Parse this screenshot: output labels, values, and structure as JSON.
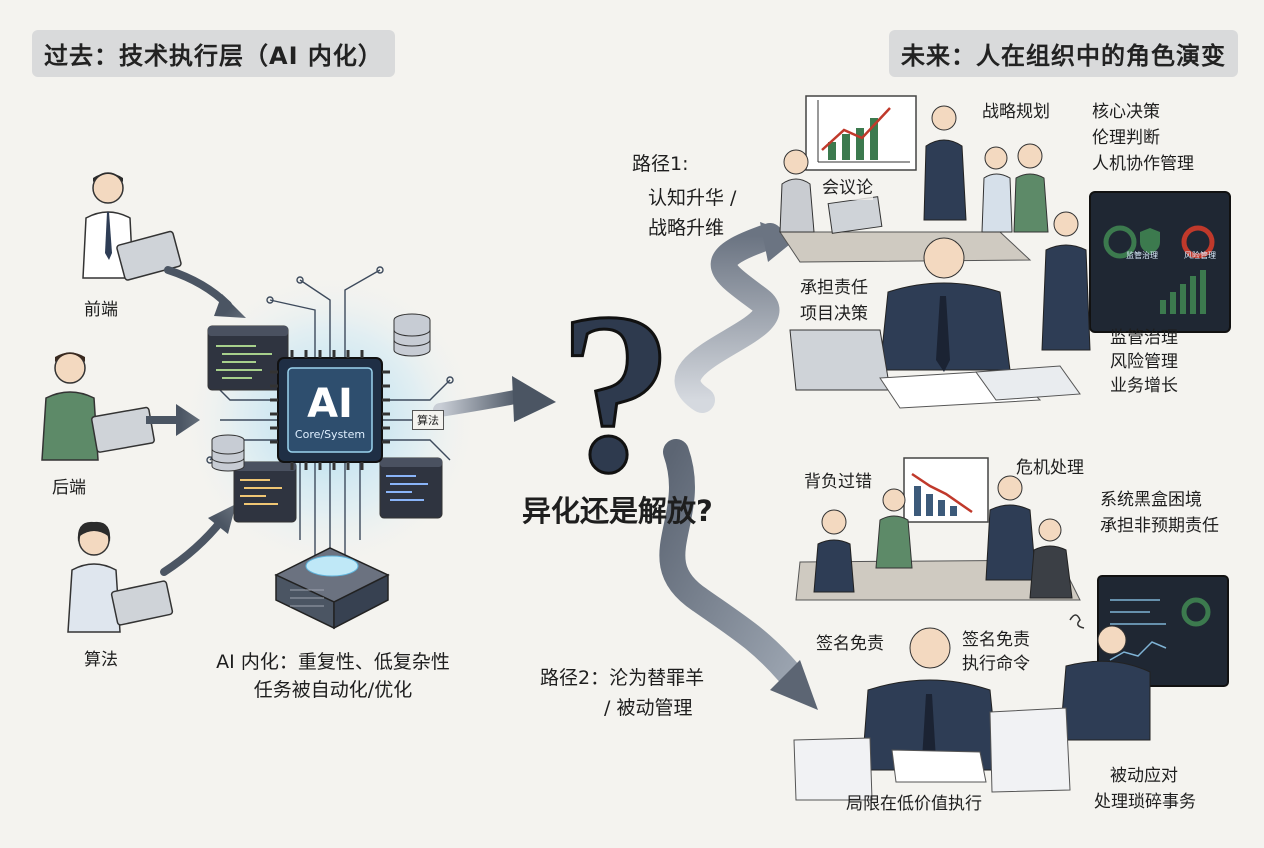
{
  "header_left": "过去：技术执行层（AI 内化）",
  "header_right": "未来：人在组织中的角色演变",
  "roles": [
    "前端",
    "后端",
    "算法"
  ],
  "chip": {
    "line1": "AI",
    "line2": "Core/System"
  },
  "algo_tag": "算法",
  "ai_internalize": [
    "AI 内化：重复性、低复杂性",
    "任务被自动化/优化"
  ],
  "question": "异化还是解放?",
  "path1": {
    "title": "路径1:",
    "lines": [
      "认知升华 /",
      "战略升维"
    ]
  },
  "path2": {
    "lines": [
      "路径2：沦为替罪羊",
      "/ 被动管理"
    ]
  },
  "top_scene": {
    "meeting": "会议论",
    "strategy": "战略规划",
    "core": [
      "核心决策",
      "伦理判断",
      "人机协作管理"
    ],
    "responsibility": [
      "承担责任",
      "项目决策"
    ],
    "governance": [
      "监管治理",
      "风险管理",
      "业务增长"
    ],
    "screen_labels": [
      "监管治理",
      "风险管理"
    ]
  },
  "bottom_scene": {
    "blame": "背负过错",
    "crisis": "危机处理",
    "blackbox": [
      "系统黑盒困境",
      "承担非预期责任"
    ],
    "sign_exempt": "签名免责",
    "sign_exec": [
      "签名免责",
      "执行命令"
    ],
    "low_value": "局限在低价值执行",
    "passive": [
      "被动应对",
      "处理琐碎事务"
    ]
  },
  "colors": {
    "ink": "#1e1e1e",
    "arrow": "#4b5563",
    "chip": "#2e4e6e",
    "glow": "#9bd4ee",
    "question": "#2e3a4e",
    "header_bg": "#d9dadb"
  }
}
